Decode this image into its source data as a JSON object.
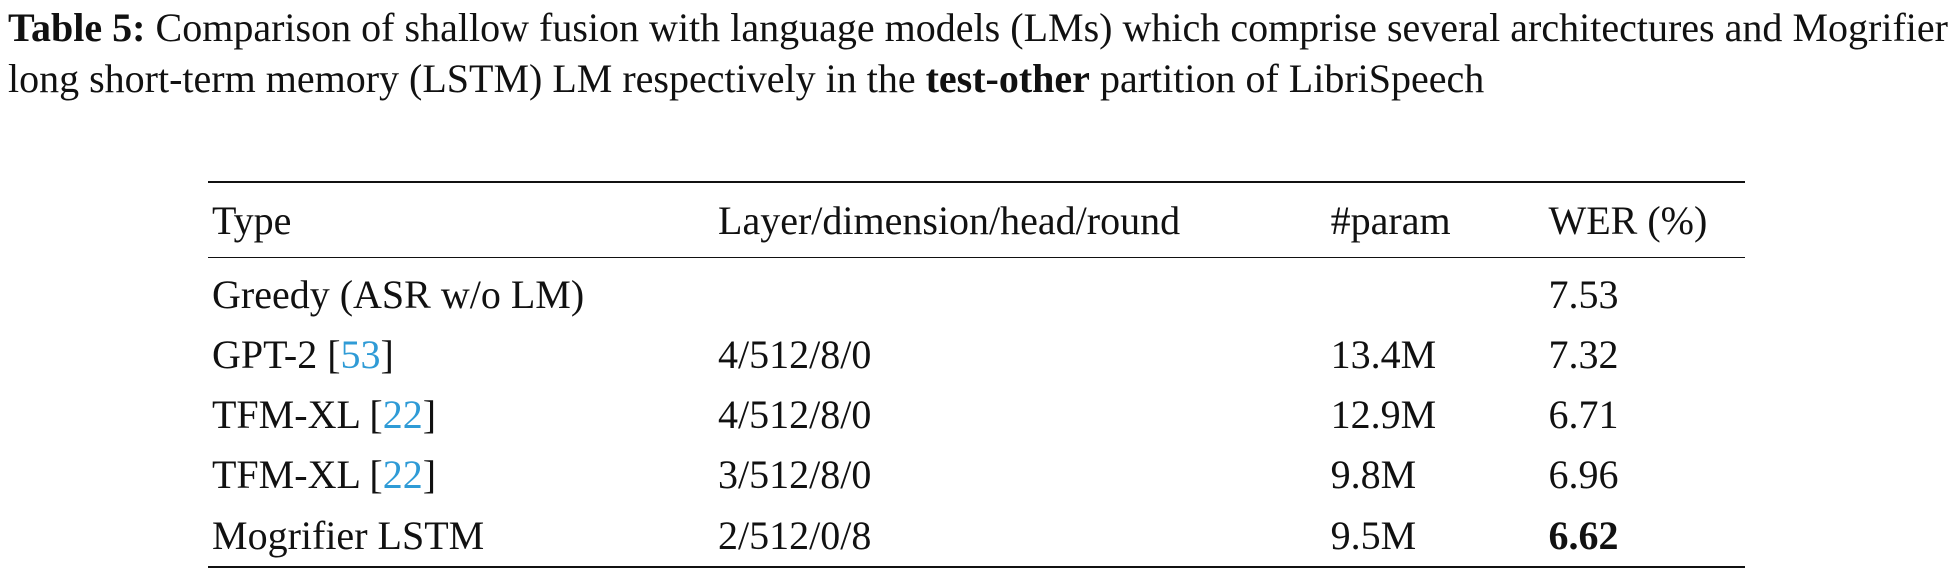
{
  "caption": {
    "label": "Table 5:",
    "text_before": " Comparison of shallow fusion with language models (LMs) which comprise several architectures and Mogrifier long short-term memory (LSTM) LM respectively in the ",
    "bold_term": "test-other",
    "text_after": " partition of LibriSpeech"
  },
  "table": {
    "headers": [
      "Type",
      "Layer/dimension/head/round",
      "#param",
      "WER (%)"
    ],
    "rows": [
      {
        "type": "Greedy (ASR w/o LM)",
        "cite": "",
        "config": "",
        "params": "",
        "wer": "7.53"
      },
      {
        "type": "GPT-2 ",
        "cite": "53",
        "config": "4/512/8/0",
        "params": "13.4M",
        "wer": "7.32"
      },
      {
        "type": "TFM-XL ",
        "cite": "22",
        "config": "4/512/8/0",
        "params": "12.9M",
        "wer": "6.71"
      },
      {
        "type": "TFM-XL ",
        "cite": "22",
        "config": "3/512/8/0",
        "params": "9.8M",
        "wer": "6.96"
      },
      {
        "type": "Mogrifier LSTM",
        "cite": "",
        "config": "2/512/0/8",
        "params": "9.5M",
        "wer": "6.62"
      }
    ]
  },
  "colors": {
    "text": "#111111",
    "citation": "#2f9bd6"
  }
}
